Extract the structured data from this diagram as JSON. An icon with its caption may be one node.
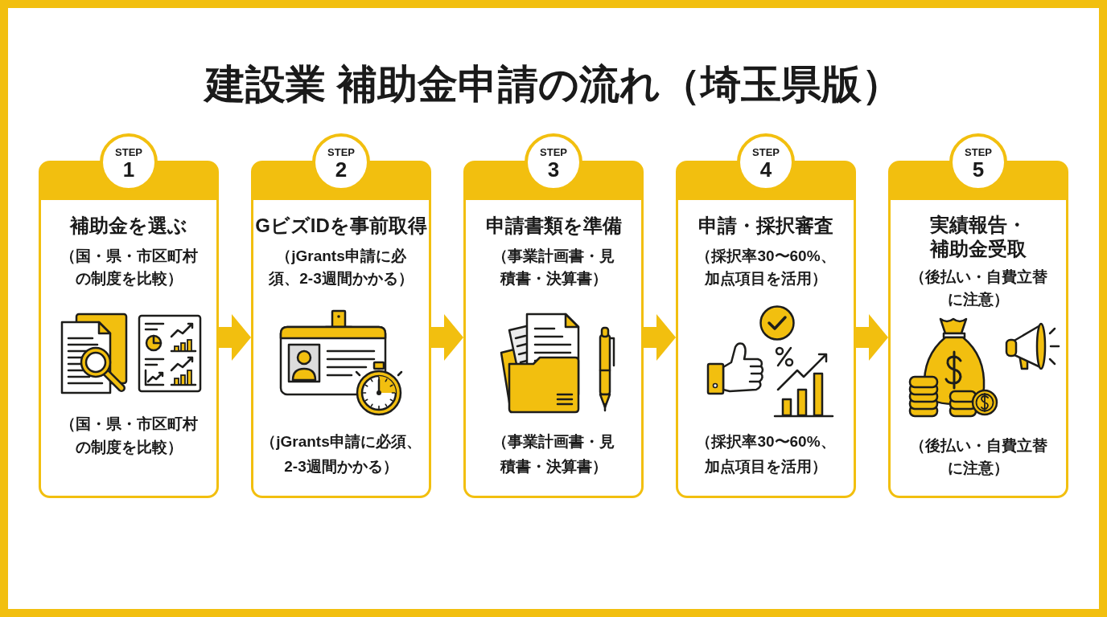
{
  "diagram": {
    "title": "建設業 補助金申請の流れ（埼玉県版）",
    "nodes": [
      {
        "text": [
          "STEP",
          "1"
        ]
      },
      {
        "text": [
          "補助金を選ぶ",
          "（国・県・市区町村の制度を比較）",
          "（国・県・市区町村の制度を比較）"
        ]
      },
      {
        "text": [
          "STEP",
          "2"
        ]
      },
      {
        "text": [
          "GビズIDを事前取得",
          "（jGrants申請に必須、2-3週間かかる）",
          "（jGrants申請に必須、2-3週間かかる）"
        ]
      },
      {
        "text": [
          "STEP",
          "3"
        ]
      },
      {
        "text": [
          "申請書類を準備",
          "（事業計画書・見積書・決算書）",
          "（事業計画書・見積書・決算書）"
        ]
      },
      {
        "text": [
          "STEP",
          "4"
        ]
      },
      {
        "text": [
          "申請・採択審査",
          "（採択率30〜60%、加点項目を活用）",
          "（採択率30〜60%、加点項目を活用）"
        ]
      },
      {
        "text": [
          "STEP",
          "5"
        ]
      },
      {
        "text": [
          "実績報告・補助金受取",
          "（後払い・自費立替に注意）",
          "（後払い・自費立替に注意）"
        ]
      }
    ],
    "edges": [
      {
        "from": 1,
        "to": 3,
        "arrow": "to"
      },
      {
        "from": 3,
        "to": 5,
        "arrow": "to"
      },
      {
        "from": 5,
        "to": 7,
        "arrow": "to"
      },
      {
        "from": 7,
        "to": 9,
        "arrow": "to"
      }
    ]
  }
}
